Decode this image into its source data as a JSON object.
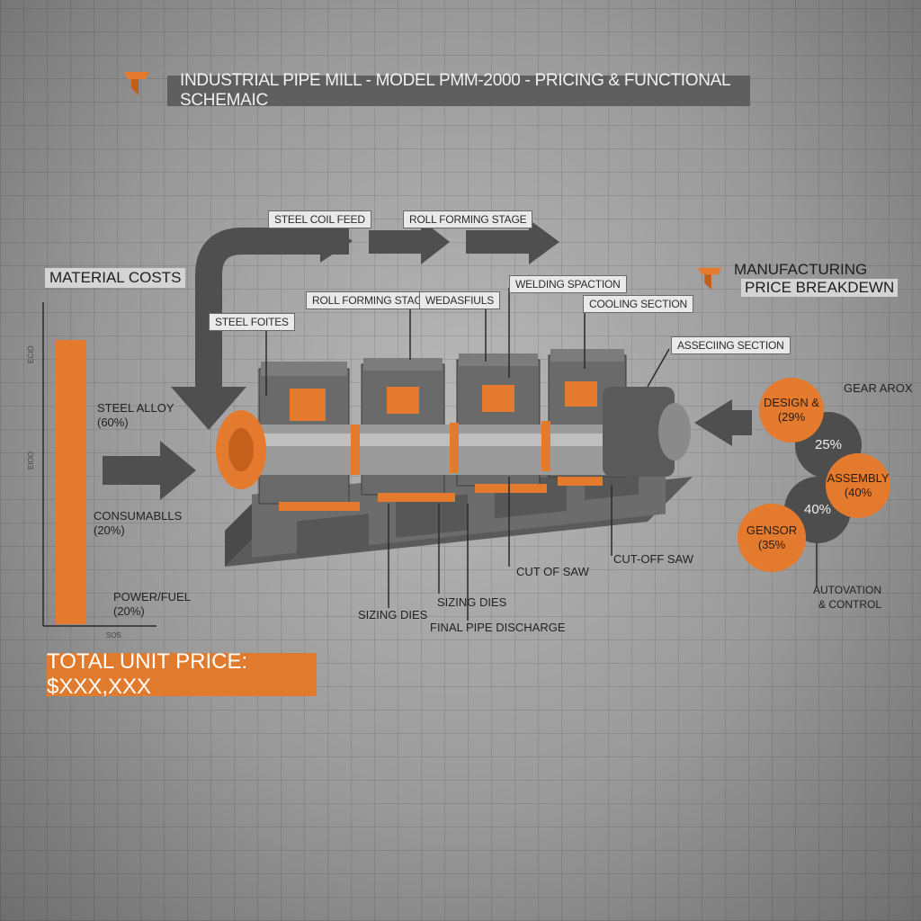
{
  "header": {
    "title": "INDUSTRIAL PIPE MILL - MODEL PMM-2000 - PRICING & FUNCTIONAL SCHEMAIC"
  },
  "flow_labels": {
    "steel_coil_feed": "STEEL COIL FEED",
    "roll_forming_stage_top": "ROLL FORMING STAGE"
  },
  "machine_labels": {
    "roll_forming_stage": "ROLL FORMING STAGE",
    "wedasfiuls": "WEDASFIULS",
    "welding_spaction": "WELDING SPACTION",
    "cooling_section": "COOLING SECTION",
    "steel_foites": "STEEL FOITES",
    "asseciing_section": "ASSECIING SECTION",
    "cut_off_saw_1": "CUT OF SAW",
    "cut_off_saw_2": "CUT-OFF SAW",
    "sizing_dies_1": "SIZING DIES",
    "sizing_dies_2": "SIZING DIES",
    "final_pipe_discharge": "FINAL PIPE DISCHARGE"
  },
  "material_costs": {
    "heading": "MATERIAL COSTS",
    "axis_ticks": [
      "ECIO",
      "EIOO",
      "SOS"
    ],
    "items": [
      {
        "name": "STEEL ALLOY",
        "pct": "(60%)"
      },
      {
        "name": "CONSUMABLLS",
        "pct": "(20%)"
      },
      {
        "name": "POWER/FUEL",
        "pct": "(20%)"
      }
    ]
  },
  "price_breakdown": {
    "heading_line1": "MANUFACTURING",
    "heading_line2": "PRICE BREAKDEWN",
    "gear_label": "GEAR AROX",
    "design_name": "DESIGN &",
    "design_pct": "(29%",
    "gear_pct": "25%",
    "assembly_name": "ASSEMBLY",
    "assembly_pct": "(40%",
    "gensor_name": "GENSOR",
    "gensor_pct": "(35%",
    "auto_pct": "40%",
    "automation_line1": "AUTOVATION",
    "automation_line2": "& CONTROL"
  },
  "total": {
    "label": "TOTAL UNIT PRICE: $XXX,XXX"
  },
  "colors": {
    "accent": "#e47a2d",
    "dark": "#5f5f5f"
  }
}
